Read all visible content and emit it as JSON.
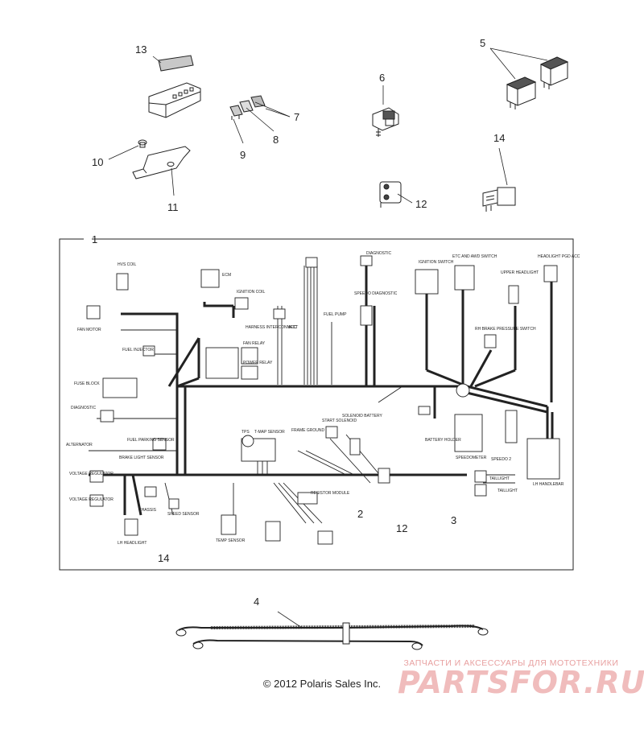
{
  "callouts": {
    "c1": "1",
    "c2": "2",
    "c3": "3",
    "c4": "4",
    "c5": "5",
    "c6": "6",
    "c7": "7",
    "c8": "8",
    "c9": "9",
    "c10": "10",
    "c11": "11",
    "c12a": "12",
    "c12b": "12",
    "c13": "13",
    "c14a": "14",
    "c14b": "14"
  },
  "labels": {
    "hvs_coil": "HVS COIL",
    "ecm": "ECM",
    "ignition_coil": "IGNITION COIL",
    "fan_motor": "FAN MOTOR",
    "fuel_injector": "FUEL INJECTOR",
    "fan_relay": "FAN RELAY",
    "power_relay": "POWER RELAY",
    "fuse_block": "FUSE BLOCK",
    "diagnostic": "DIAGNOSTIC",
    "diagnostic_top": "DIAGNOSTIC",
    "speedo_diagnostic": "SPEEDO DIAGNOSTIC",
    "fuel_pump": "FUEL PUMP",
    "ignition_switch": "IGNITION SWITCH",
    "etc_awd_switch": "ETC AND AWD SWITCH",
    "upper_headlight": "UPPER HEADLIGHT",
    "headlight_acc": "HEADLIGHT PGD ACC",
    "brake_switch": "RH BRAKE PRESSURE SWITCH",
    "alternator": "ALTERNATOR",
    "fuel_sensor": "FUEL PARKING SENSOR",
    "brake_light": "BRAKE LIGHT SENSOR",
    "voltage_reg1": "VOLTAGE REGULATOR",
    "voltage_reg2": "VOLTAGE REGULATOR",
    "tps": "TPS",
    "tmap": "T-MAP SENSOR",
    "frame_ground": "FRAME GROUND",
    "start_solenoid": "START SOLENOID",
    "solenoid_battery": "SOLENOID BATTERY",
    "battery_holder": "BATTERY HOLDER",
    "speedometer": "SPEEDOMETER",
    "speedo2": "SPEEDO 2",
    "taillight1": "TAILLIGHT",
    "taillight2": "TAILLIGHT",
    "lh_handlebar": "LH HANDLEBAR",
    "resistor": "RESISTOR MODULE",
    "temp_sensor": "TEMP SENSOR",
    "speed_sensor": "SPEED SENSOR",
    "lh_headlight": "LH HEADLIGHT",
    "chassis": "CHASSIS",
    "harness_interconnect": "HARNESS INTERCONNECT",
    "acc": "ACC"
  },
  "footer": {
    "copyright": "© 2012 Polaris Sales Inc.",
    "watermark_tagline": "ЗАПЧАСТИ И АКСЕССУАРЫ ДЛЯ МОТОТЕХНИКИ",
    "watermark_logo": "PARTSFOR.RU"
  },
  "colors": {
    "ink": "#222222",
    "watermark": "#f0bcbc"
  }
}
